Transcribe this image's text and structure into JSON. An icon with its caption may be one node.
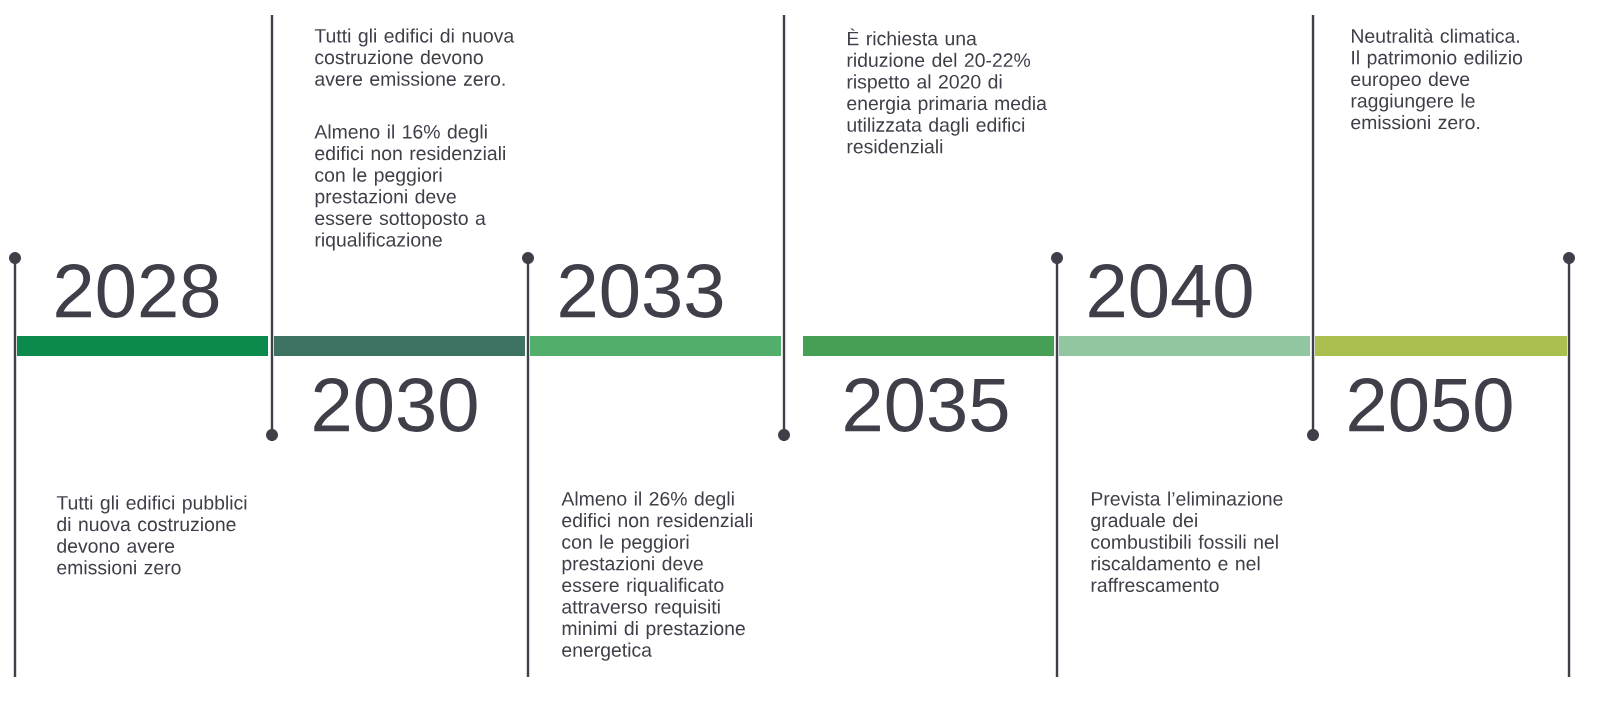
{
  "diagram": {
    "labels": [
      "2028",
      "Tutti gli edifici pubblici di nuova costruzione devono avere emissioni zero",
      "Tutti gli edifici di nuova costruzione devono avere emissione zero.",
      "Almeno il 16% degli edifici non residenziali con le peggiori prestazioni deve essere sottoposto a riqualificazione",
      "2030",
      "2033",
      "Almeno il 26% degli edifici non residenziali con le peggiori prestazioni deve essere riqualificato attraverso requisiti minimi di prestazione energetica",
      "È richiesta una riduzione del 20-22% rispetto al 2020 di energia primaria media utilizzata dagli edifici residenziali",
      "2035",
      "2040",
      "Prevista l’eliminazione graduale dei combustibili fossili nel riscaldamento e nel raffrescamento",
      "Neutralità climatica. Il patrimonio edilizio europeo deve raggiungere le emissioni zero.",
      "2050"
    ]
  }
}
